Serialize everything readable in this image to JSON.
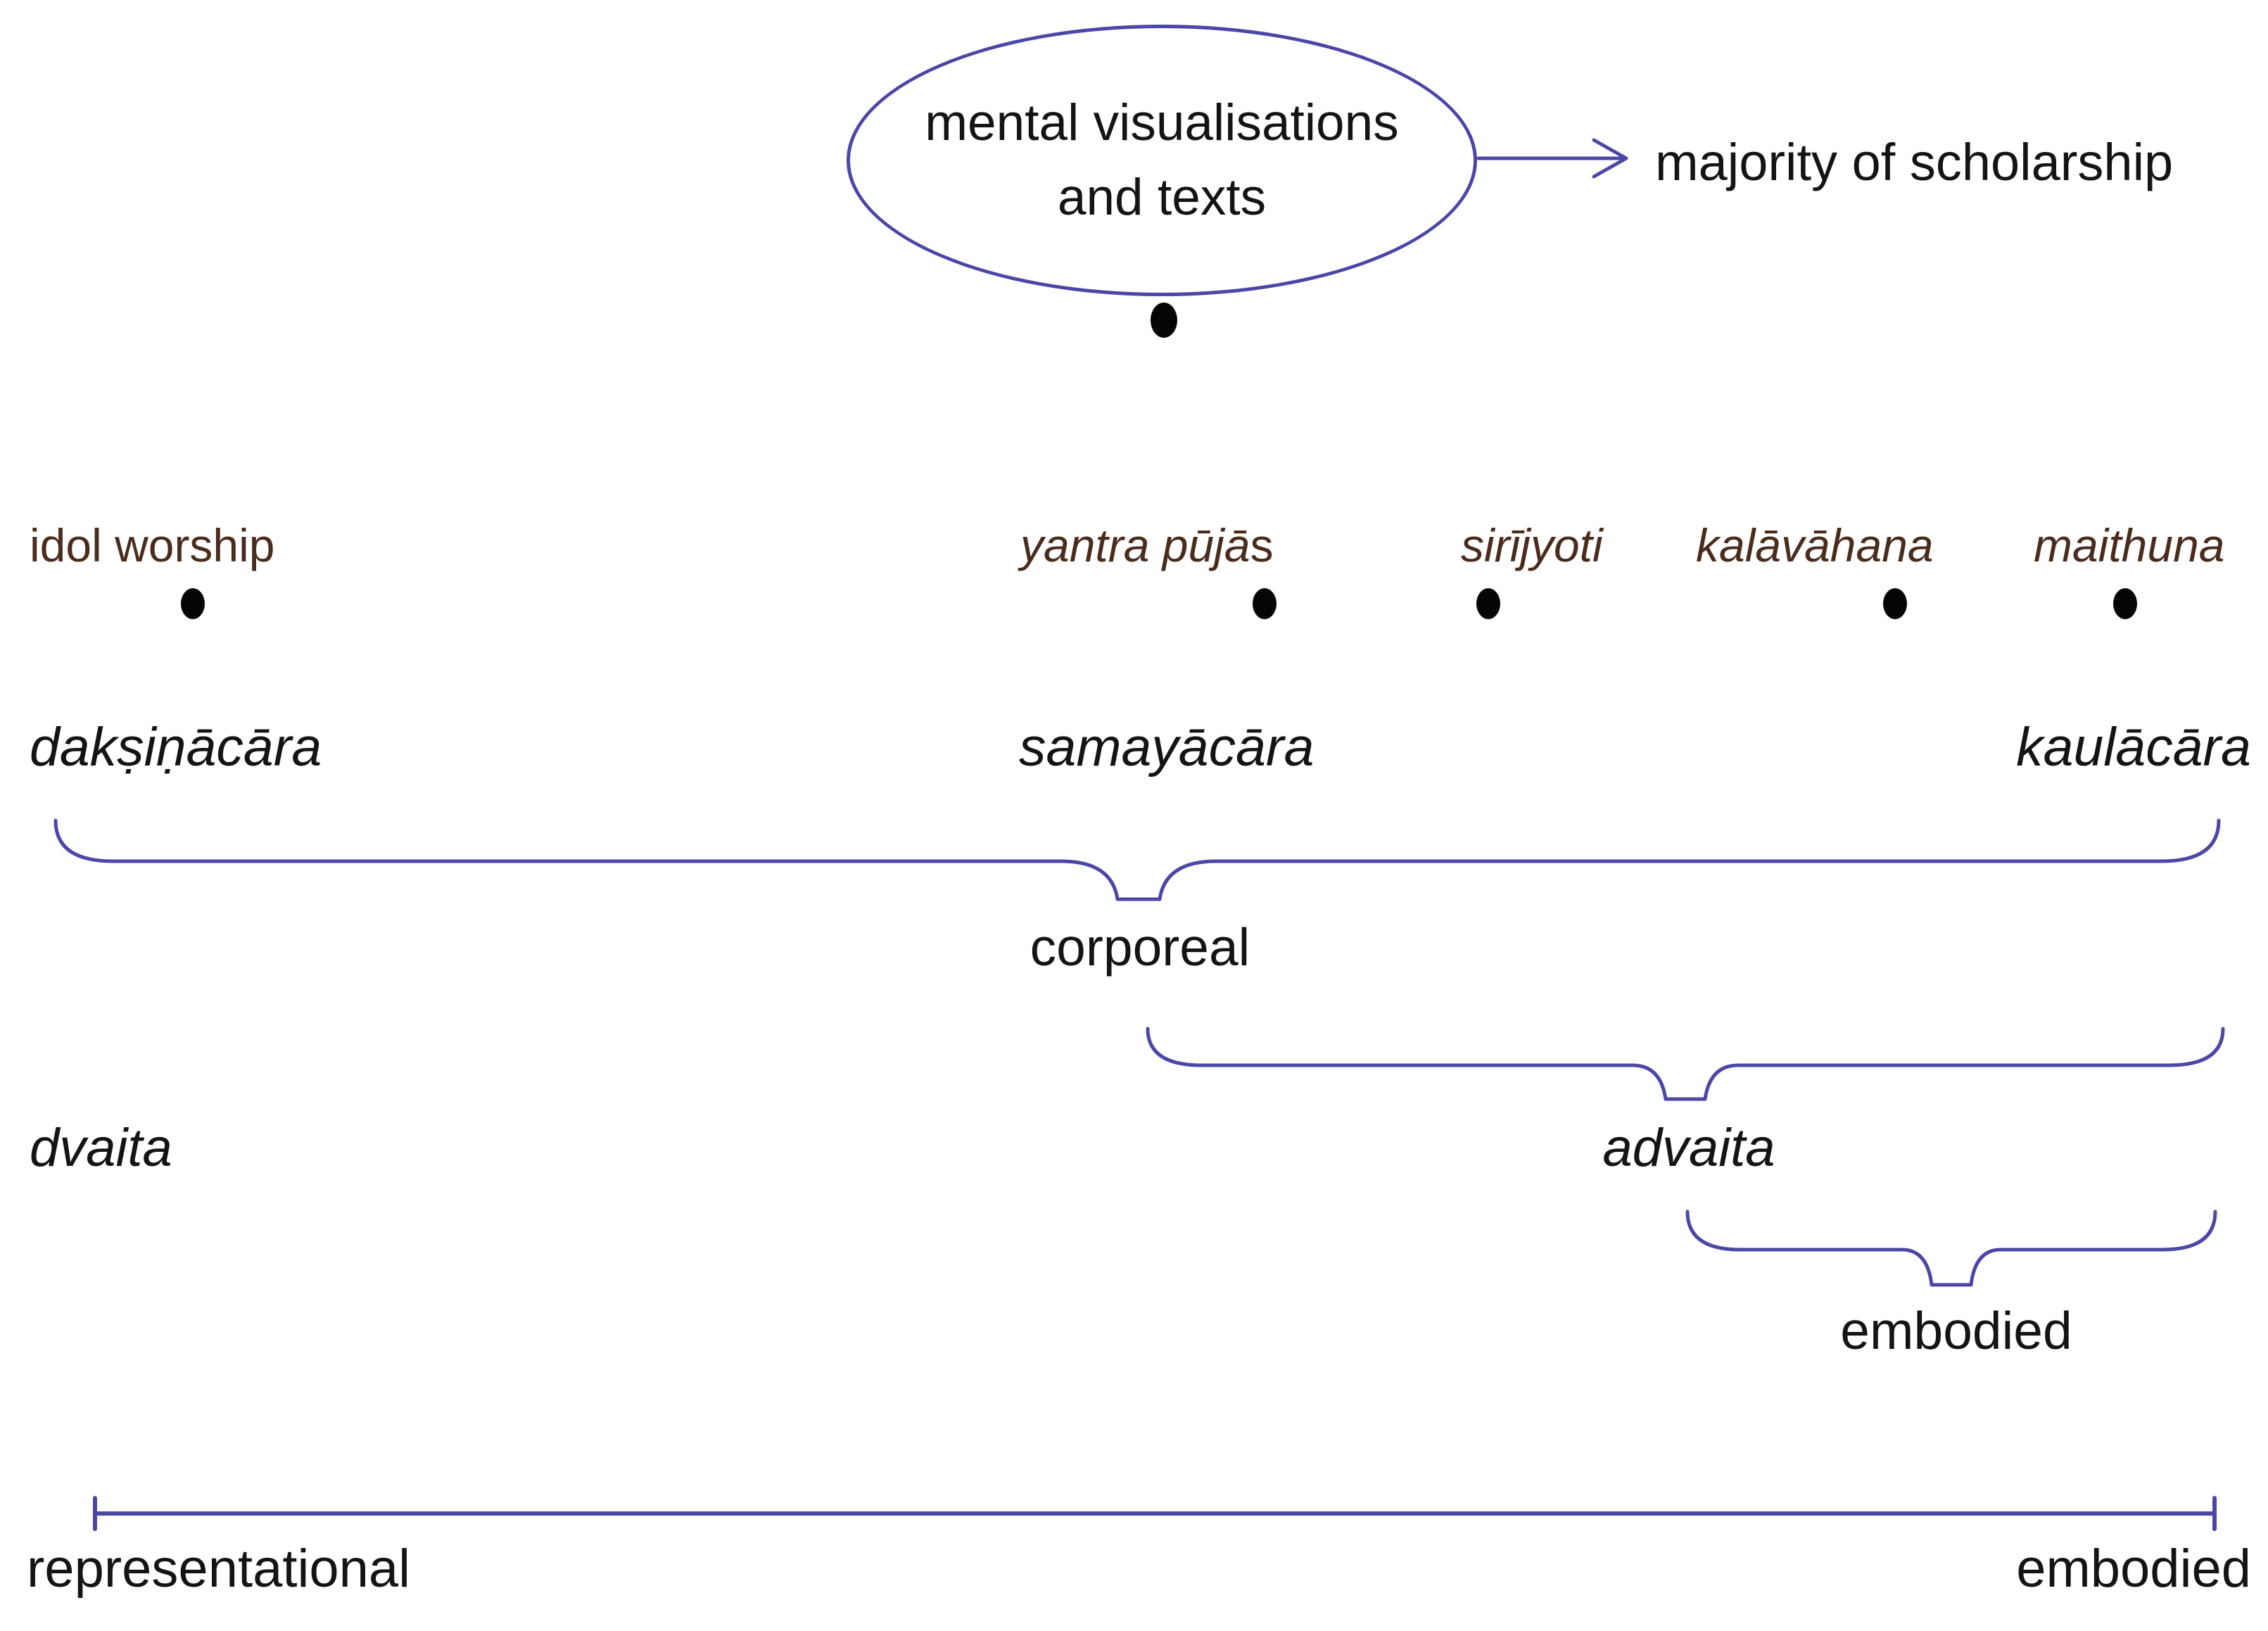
{
  "colors": {
    "line": "#4c46a6",
    "ink": "#141414",
    "brown": "#4a2c1d",
    "dot": "#050505"
  },
  "ellipse": {
    "line1": "mental visualisations",
    "line2": "and texts"
  },
  "arrow_label": "majority of scholarship",
  "practices": [
    {
      "italic": "",
      "roman": "idol worship"
    },
    {
      "italic": "yantra pūjā",
      "roman": "s"
    },
    {
      "italic": "sirījyoti",
      "roman": ""
    },
    {
      "italic": "kalāvāhana",
      "roman": ""
    },
    {
      "italic": "maithuna",
      "roman": ""
    }
  ],
  "acaras": {
    "left": "dakṣiṇācāra",
    "middle": "samayācāra",
    "right": "kaulācāra"
  },
  "braces": {
    "corporeal": "corporeal",
    "dvaita": "dvaita",
    "advaita": "advaita",
    "embodied": "embodied"
  },
  "axis": {
    "left": "representational",
    "right": "embodied"
  }
}
